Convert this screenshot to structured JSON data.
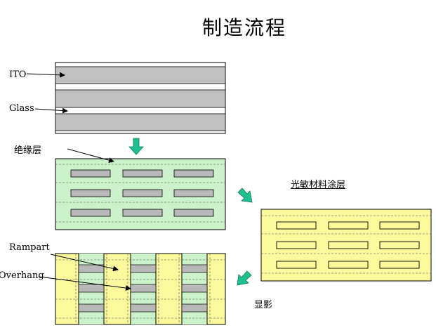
{
  "title": "制造流程",
  "labels": {
    "ito": "ITO",
    "glass": "Glass",
    "insulation_layer": "绝缘层",
    "photoresist_coating": "光敏材料涂层",
    "rampart": "Rampart",
    "overhang": "Overhang",
    "development": "显影"
  },
  "colors": {
    "ito_gray": "#c0c0c0",
    "insulation_green": "#ccf2cc",
    "photoresist_yellow": "#fafa9c",
    "arrow_teal": "#1fbf8f",
    "pattern_gray": "#b8b8b8"
  }
}
